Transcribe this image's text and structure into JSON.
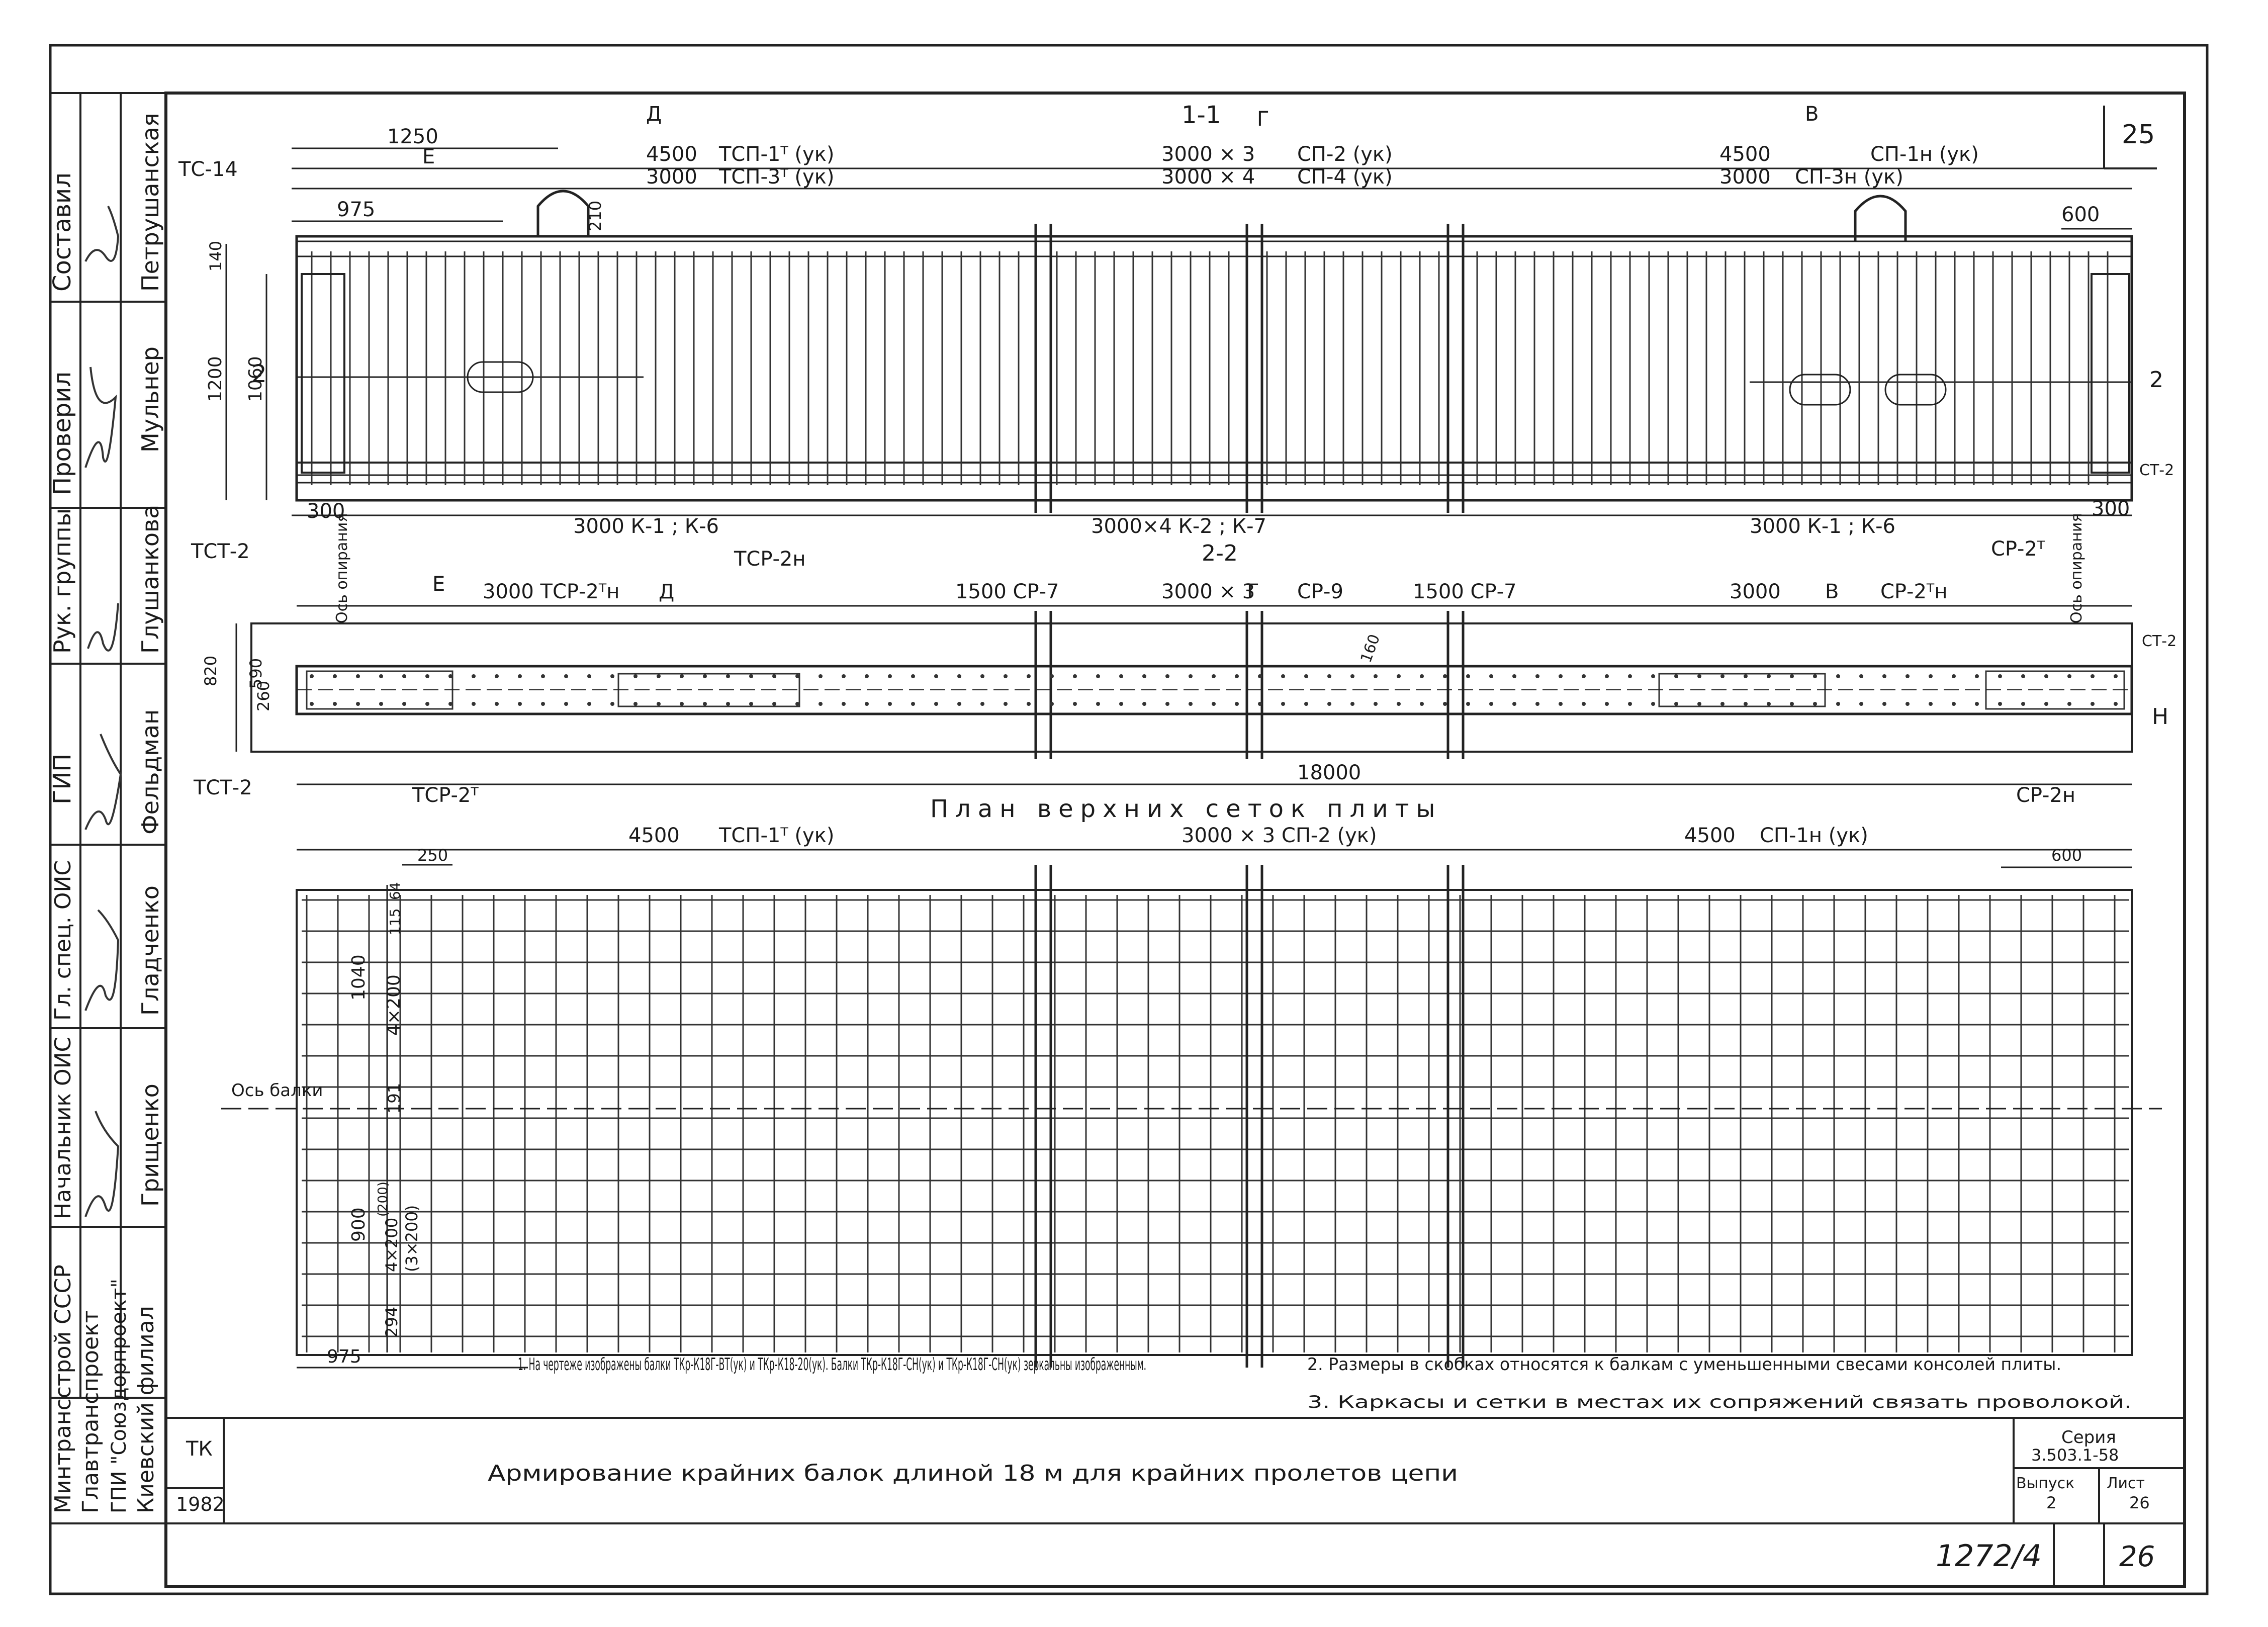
{
  "sheet": {
    "number": "25",
    "bottom_code": "1272/4",
    "bottom_page": "26",
    "org": [
      "Минтрансстрой СССР",
      "Главтранспроект",
      "ГПИ \"Союздорпроект\"",
      "Киевский филиал"
    ],
    "code_tk": "ТК",
    "year": "1982",
    "title": "Армирование крайних балок длиной 18 м для крайних пролетов цепи",
    "series_label": "Серия",
    "series_value": "3.503.1-58",
    "vypusk_label": "Выпуск",
    "vypusk_value": "2",
    "list_label": "Лист",
    "list_value": "26"
  },
  "signatures": [
    {
      "role": "Составил",
      "name": "Петрушанская"
    },
    {
      "role": "Проверил",
      "name": "Мульнер"
    },
    {
      "role": "Рук. группы",
      "name": "Глушанкова"
    },
    {
      "role": "ГИП",
      "name": "Фельдман"
    },
    {
      "role": "Гл. спец. ОИС",
      "name": "Гладченко"
    },
    {
      "role": "Начальник ОИС",
      "name": "Грищенко"
    }
  ],
  "elevation": {
    "section_label": "1-1",
    "top_dims": {
      "d1250": "1250",
      "E": "Е",
      "d975": "975",
      "d210": "210",
      "D": "Д",
      "d4500_l": "4500",
      "tsp1": "ТСП-1ᵀ (ук)",
      "d3000_l": "3000",
      "tsp3": "ТСП-3ᵀ (ук)",
      "mid1": "3000 × 3",
      "G": "Г",
      "sp2": "СП-2 (ук)",
      "mid2": "3000 × 4",
      "sp4": "СП-4 (ук)",
      "V": "В",
      "d4500_r": "4500",
      "sp1n": "СП-1н (ук)",
      "d3000_r": "3000",
      "sp3n": "СП-3н (ук)",
      "d600": "600"
    },
    "left_labels": {
      "ts14": "ТС-14",
      "d140": "140",
      "d1200": "1200",
      "d1060": "1060",
      "two": "2",
      "tst2": "ТСТ-2",
      "d300": "300"
    },
    "bottom_dims": {
      "k_left": "3000   К-1 ; К-6",
      "k_mid": "3000×4   К-2 ; К-7",
      "k_right": "3000   К-1 ; К-6",
      "d300_r": "300",
      "st2": "СТ-2",
      "two_r": "2"
    }
  },
  "plan22": {
    "section_label": "2-2",
    "os_opiraniya": "Ось опирания",
    "E": "Е",
    "D": "Д",
    "G": "Г",
    "V": "В",
    "left_dim": "3000   ТСР-2ᵀн",
    "tsr2n": "ТСР-2н",
    "sr7_l": "1500  СР-7",
    "mid": "3000 × 3",
    "sr9": "СР-9",
    "sr7_r": "1500 СР-7",
    "right_dim": "3000",
    "sr2_r": "СР-2ᵀн",
    "sr2t_r": "СР-2ᵀ",
    "d820": "820",
    "d590": "590",
    "d260": "260",
    "d160": "160",
    "st2": "СТ-2",
    "H": "Н",
    "tst2": "ТСТ-2",
    "tsr2t": "ТСР-2ᵀ",
    "d18000": "18000",
    "sr2n": "СР-2н"
  },
  "plan_top": {
    "heading": "План верхних сеток плиты",
    "d4500_l": "4500",
    "tsp1": "ТСП-1ᵀ (ук)",
    "mid": "3000 × 3   СП-2 (ук)",
    "d4500_r": "4500",
    "sp1n": "СП-1н (ук)",
    "d250": "250",
    "d600": "600",
    "d64": "64",
    "d115": "115",
    "d1040": "1040",
    "d4x200": "4×200",
    "d191": "191",
    "os_balki": "Ось балки",
    "d900": "900",
    "d4x200b": "4×200",
    "d3x200": "(3×200)",
    "d200": "(200)",
    "d294": "294",
    "d975": "975"
  },
  "notes": [
    "1. На чертеже изображены балки ТКр-К18Г-ВТ(ук) и ТКр-К18-20(ук). Балки ТКр-К18Г-СН(ук) и ТКр-К18Г-СН(ук) зеркальны изображенным.",
    "2. Размеры в скобках относятся к балкам с уменьшенными свесами консолей плиты.",
    "3. Каркасы и сетки в местах их сопряжений связать проволокой."
  ]
}
